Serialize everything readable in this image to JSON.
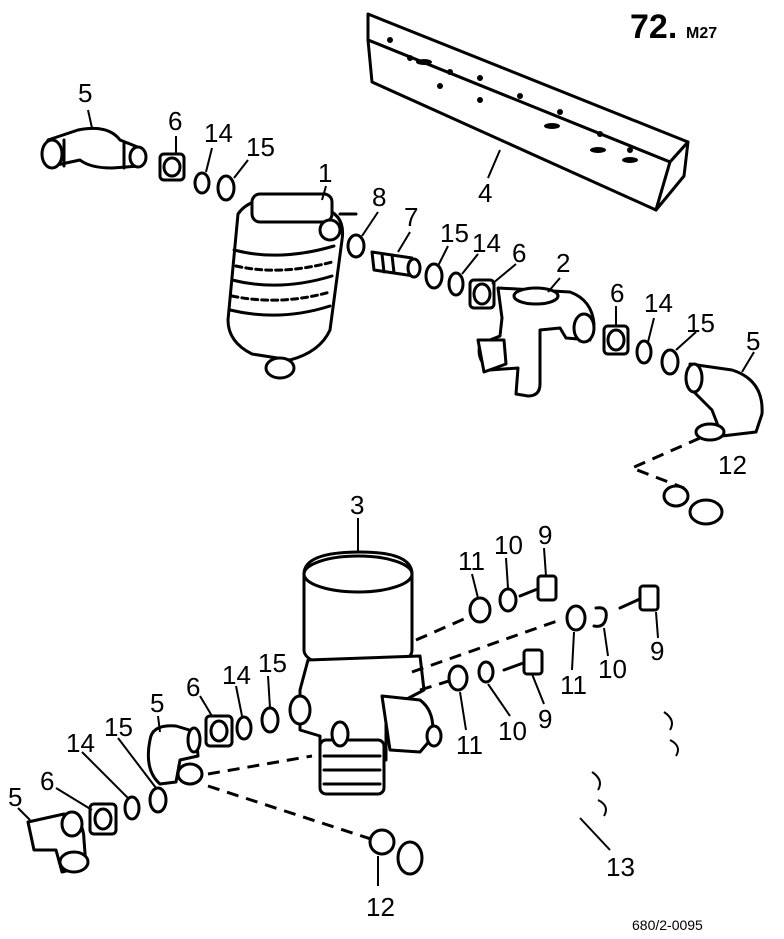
{
  "page_ref": {
    "main": "72.",
    "sub": "M27"
  },
  "drawing_number": "680/2-0095",
  "callouts": {
    "c5a": "5",
    "c6a": "6",
    "c14a": "14",
    "c15a": "15",
    "c1": "1",
    "c4": "4",
    "c8": "8",
    "c7": "7",
    "c15b": "15",
    "c14b": "14",
    "c6b": "6",
    "c2": "2",
    "c6c": "6",
    "c14c": "14",
    "c15c": "15",
    "c5b": "5",
    "c12a": "12",
    "c3": "3",
    "c11a": "11",
    "c10a": "10",
    "c9a": "9",
    "c9b": "9",
    "c10b": "10",
    "c11b": "11",
    "c11c": "11",
    "c10c": "10",
    "c9c": "9",
    "c5c": "5",
    "c6d": "6",
    "c14d": "14",
    "c15d": "15",
    "c14e": "14",
    "c15e": "15",
    "c6e": "6",
    "c5d": "5",
    "c12b": "12",
    "c13": "13"
  },
  "icons": {
    "part1": "filter-housing-icon",
    "part2": "valve-body-icon",
    "part3": "air-dryer-icon",
    "part4": "angle-bracket-icon",
    "part13": "hose-line-icon"
  }
}
